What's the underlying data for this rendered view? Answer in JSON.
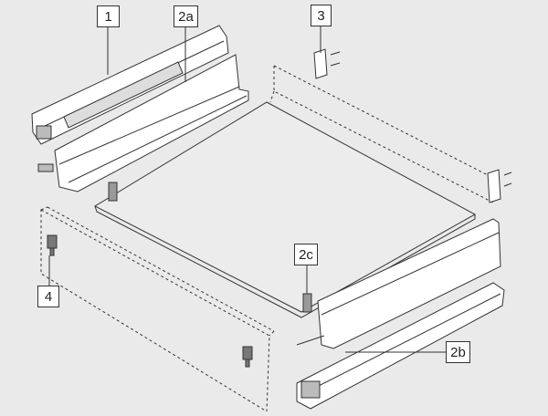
{
  "diagram": {
    "labels": {
      "rail": "1",
      "side_left": "2a",
      "back_bracket": "3",
      "bottom_clip": "2c",
      "front_fixing": "4",
      "side_right": "2b"
    },
    "colors": {
      "background": "#eaeaea",
      "line": "#333333",
      "part_fill": "#ffffff",
      "clip_fill": "#9a9a9a"
    }
  }
}
